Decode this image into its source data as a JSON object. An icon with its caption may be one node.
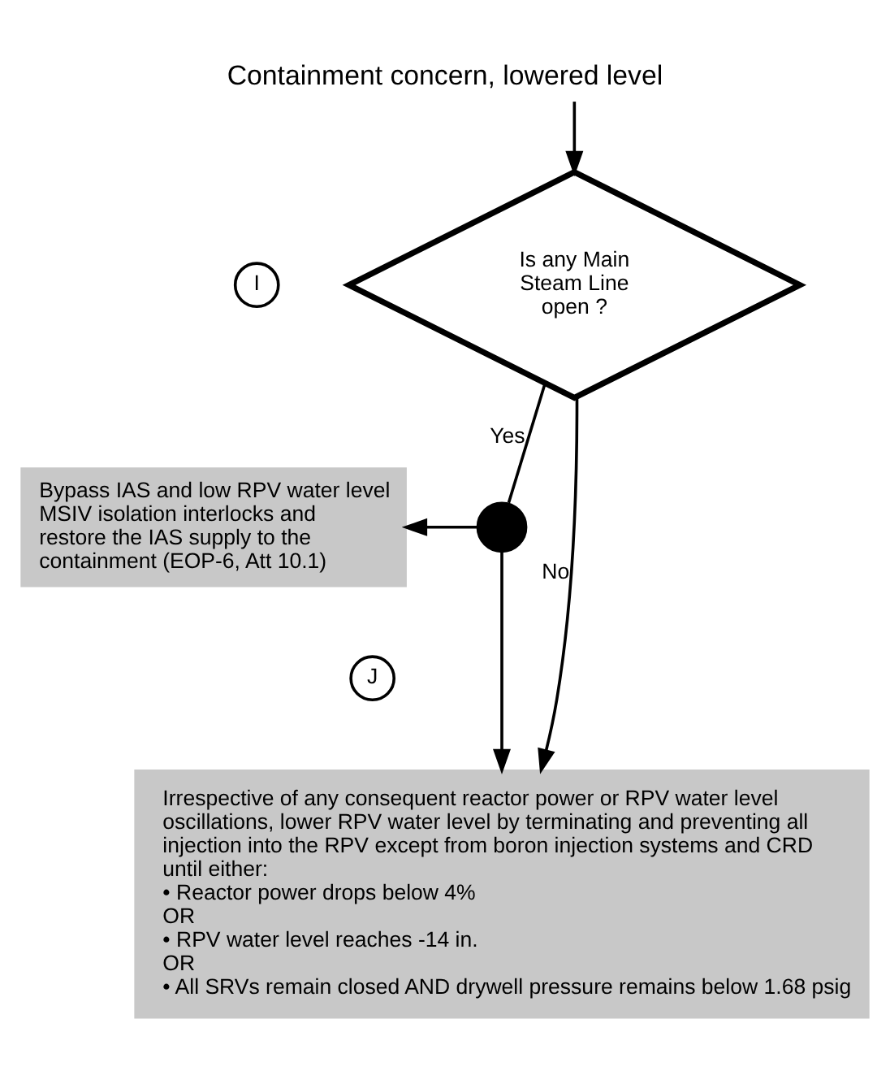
{
  "diagram": {
    "title": "Containment concern, lowered level",
    "nodes": [
      {
        "text": [
          "I"
        ]
      },
      {
        "text": [
          "Is any Main Steam Line open ?"
        ]
      },
      {
        "text": [],
        "shape": "circle"
      },
      {
        "text": [
          "Bypass IAS and low RPV water level MSIV isolation interlocks and restore the IAS supply to the containment (EOP-6, Att 10.1)"
        ]
      },
      {
        "text": [
          "J"
        ]
      },
      {
        "text": [
          "Irrespective of any consequent reactor power or RPV water level oscillations, lower RPV water level by terminating and preventing all injection into the RPV except from boron injection systems and CRD until either:",
          "• Reactor power drops below 4%",
          "OR",
          "• RPV water level reaches -14 in.",
          "OR",
          "• All SRVs remain closed AND drywell pressure remains below 1.68 psig"
        ]
      }
    ],
    "edges": [
      {
        "from": null,
        "to": 1,
        "arrow": "to"
      },
      {
        "from": 1,
        "to": 2,
        "arrow": "none",
        "label": "Yes"
      },
      {
        "from": 2,
        "to": 3,
        "arrow": "to"
      },
      {
        "from": 2,
        "to": 5,
        "arrow": "to"
      },
      {
        "from": 1,
        "to": 5,
        "arrow": "to",
        "label": "No"
      }
    ]
  }
}
